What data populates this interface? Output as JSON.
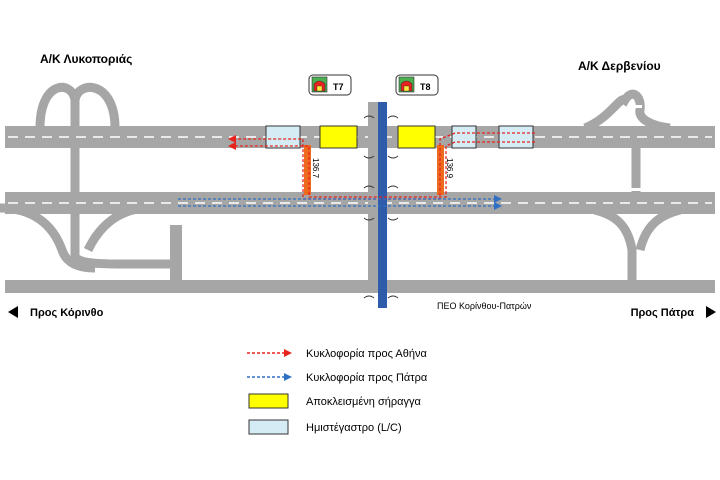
{
  "labels": {
    "interchange_left": "Α/Κ Λυκοποριάς",
    "interchange_right": "Α/Κ Δερβενίου",
    "direction_left": "Προς Κόρινθο",
    "direction_right": "Προς Πάτρα",
    "old_road": "ΠΕΟ Κορίνθου-Πατρών"
  },
  "tunnels": [
    {
      "id": "T7",
      "km": "136.7"
    },
    {
      "id": "T8",
      "km": "136.9"
    }
  ],
  "legend": [
    {
      "label": "Κυκλοφορία προς Αθήνα",
      "color": "#e8231e"
    },
    {
      "label": "Κυκλοφορία προς Πάτρα",
      "color": "#2f6fc4"
    },
    {
      "label": "Αποκλεισμένη σήραγγα",
      "color": "#ffff00"
    },
    {
      "label": "Ημιστέγαστρο (L/C)",
      "color": "#d6ecf4"
    }
  ],
  "colors": {
    "road": "#a6a6a6",
    "lane_mark": "#ffffff",
    "crossover": "#ee6a1f",
    "bridge": "#2e5caa",
    "to_athens": "#e8231e",
    "to_patra": "#2f6fc4",
    "closed_tunnel": "#ffff00",
    "half_cover": "#d6ecf4"
  },
  "icons": [
    "tunnel-sign-icon",
    "arrow-left-icon",
    "arrow-right-icon"
  ]
}
